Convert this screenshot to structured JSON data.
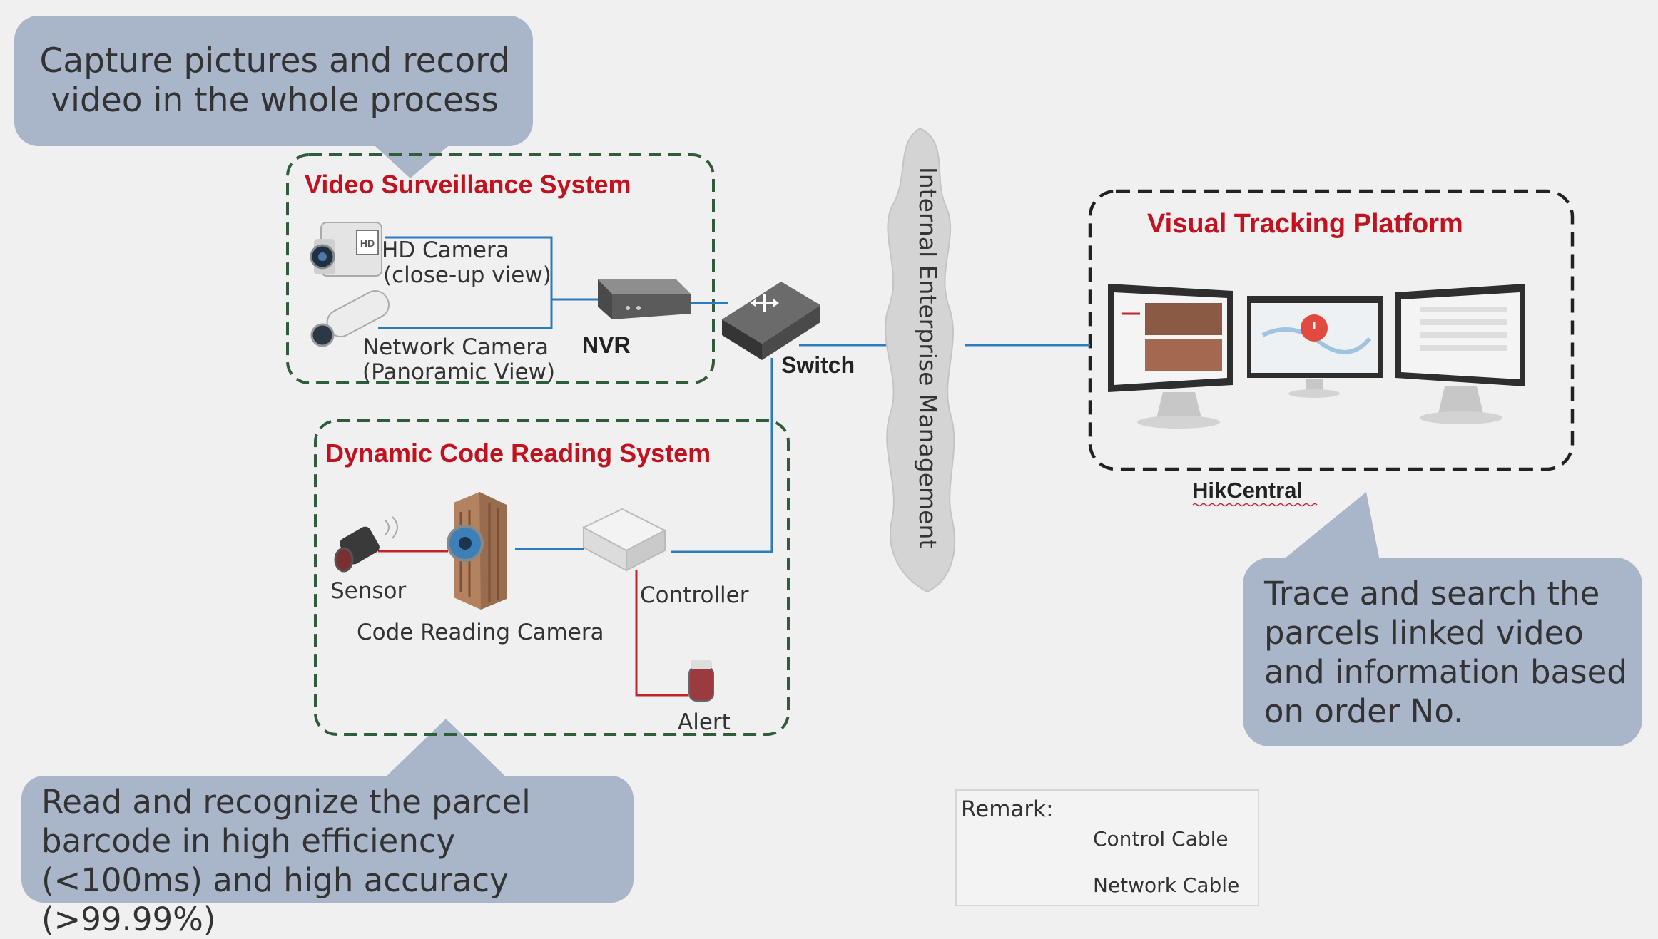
{
  "callouts": {
    "top": "Capture pictures and record video in the whole process",
    "right": "Trace and search the parcels linked video and information based on order No.",
    "bottom": "Read and recognize the parcel barcode in high efficiency (<100ms) and high accuracy (>99.99%)"
  },
  "video_system": {
    "title": "Video Surveillance System",
    "hd_camera": "HD Camera",
    "hd_camera_sub": "(close-up view)",
    "network_camera": "Network Camera",
    "network_camera_sub": "(Panoramic View)",
    "nvr": "NVR"
  },
  "switch_label": "Switch",
  "cloud_label": "Internal Enterprise Management",
  "code_system": {
    "title": "Dynamic Code Reading System",
    "sensor": "Sensor",
    "code_camera": "Code Reading Camera",
    "controller": "Controller",
    "alert": "Alert"
  },
  "platform": {
    "title": "Visual Tracking Platform",
    "name": "HikCentral"
  },
  "remark": {
    "heading": "Remark:",
    "control": "Control Cable",
    "network": "Network Cable"
  },
  "colors": {
    "control_cable": "#c0232a",
    "network_cable": "#2b7bbf",
    "callout_bg": "#a9b5c9",
    "title_red": "#c1121f"
  }
}
